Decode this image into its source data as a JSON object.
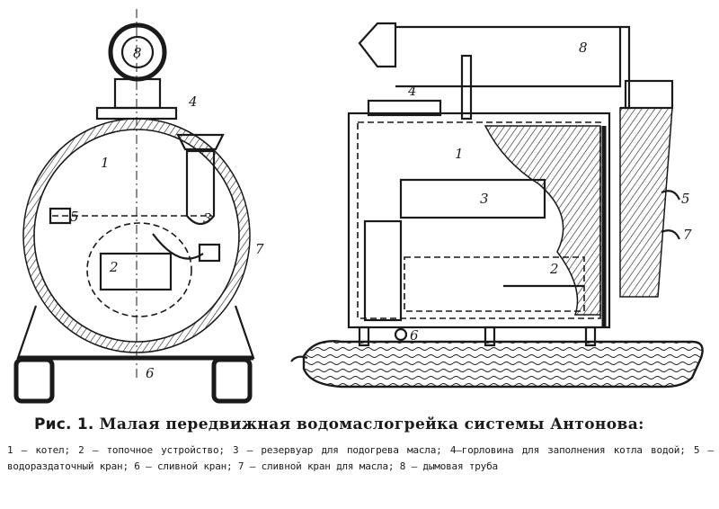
{
  "figure": {
    "left_view_labels": [
      "8",
      "4",
      "1",
      "3",
      "5",
      "2",
      "7",
      "6"
    ],
    "right_view_labels": [
      "8",
      "4",
      "1",
      "3",
      "5",
      "7",
      "2",
      "6"
    ]
  },
  "caption": {
    "figure_number": "Рис. 1.",
    "title": "Малая передвижная водомаслогрейка системы Антонова:",
    "legend": "1 — котел; 2 — топочное устройство; 3 — резервуар для подогрева масла; 4—горловина для заполнения котла водой; 5 — водоразда­точный кран; 6 — сливной кран; 7 — сливной кран для масла; 8 — дымовая труба"
  }
}
